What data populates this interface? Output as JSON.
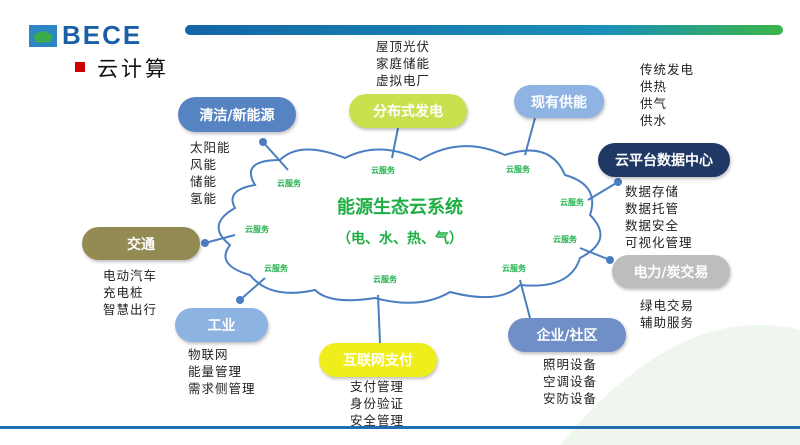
{
  "header": {
    "logo": "BECE",
    "title": "云计算"
  },
  "center": {
    "title": "能源生态云系统",
    "subtitle": "（电、水、热、气）",
    "service_label": "云服务"
  },
  "nodes": {
    "clean": {
      "label": "清洁/新能源",
      "items": [
        "太阳能",
        "风能",
        "储能",
        "氢能"
      ]
    },
    "distributed": {
      "label": "分布式发电",
      "items": [
        "屋顶光伏",
        "家庭储能",
        "虚拟电厂"
      ]
    },
    "existing": {
      "label": "现有供能",
      "items": [
        "传统发电",
        "供热",
        "供气",
        "供水"
      ]
    },
    "datacenter": {
      "label": "云平台数据中心",
      "items": [
        "数据存储",
        "数据托管",
        "数据安全",
        "可视化管理"
      ]
    },
    "traffic": {
      "label": "交通",
      "items": [
        "电动汽车",
        "充电桩",
        "智慧出行"
      ]
    },
    "trade": {
      "label": "电力/炭交易",
      "items": [
        "绿电交易",
        "辅助服务"
      ]
    },
    "industry": {
      "label": "工业",
      "items": [
        "物联网",
        "能量管理",
        "需求侧管理"
      ]
    },
    "payment": {
      "label": "互联网支付",
      "items": [
        "支付管理",
        "身份验证",
        "安全管理"
      ]
    },
    "community": {
      "label": "企业/社区",
      "items": [
        "照明设备",
        "空调设备",
        "安防设备"
      ]
    }
  }
}
